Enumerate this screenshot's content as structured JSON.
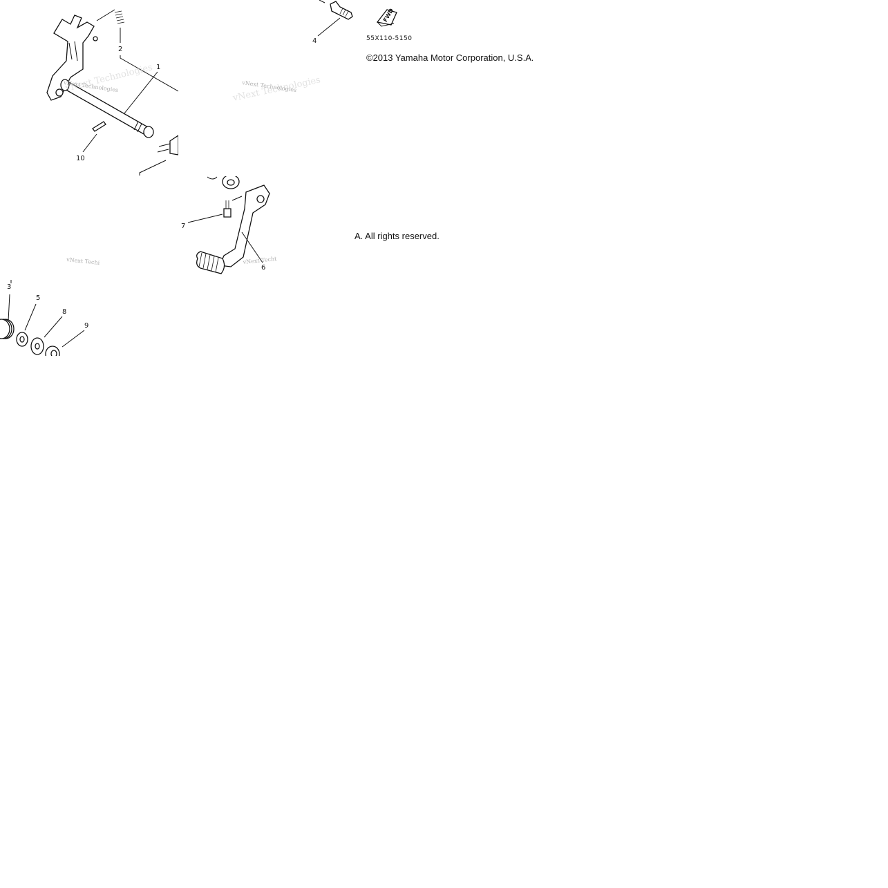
{
  "diagram": {
    "part_code": "55X110-5150",
    "fwd_label": "FWD",
    "copyright_line1": "©2013 Yamaha Motor Corporation, U.S.A. All rights reserved.",
    "copyright_line2": "A. All rights reserved.",
    "watermark": "vNext Technologies",
    "watermark_cut": "vNext Techi",
    "watermark_cut2": "vNext Techt",
    "callouts": {
      "c1": "1",
      "c2": "2",
      "c3": "3",
      "c4": "4",
      "c5": "5",
      "c6": "6",
      "c7": "7",
      "c8": "8",
      "c9": "9",
      "c10": "10"
    }
  }
}
